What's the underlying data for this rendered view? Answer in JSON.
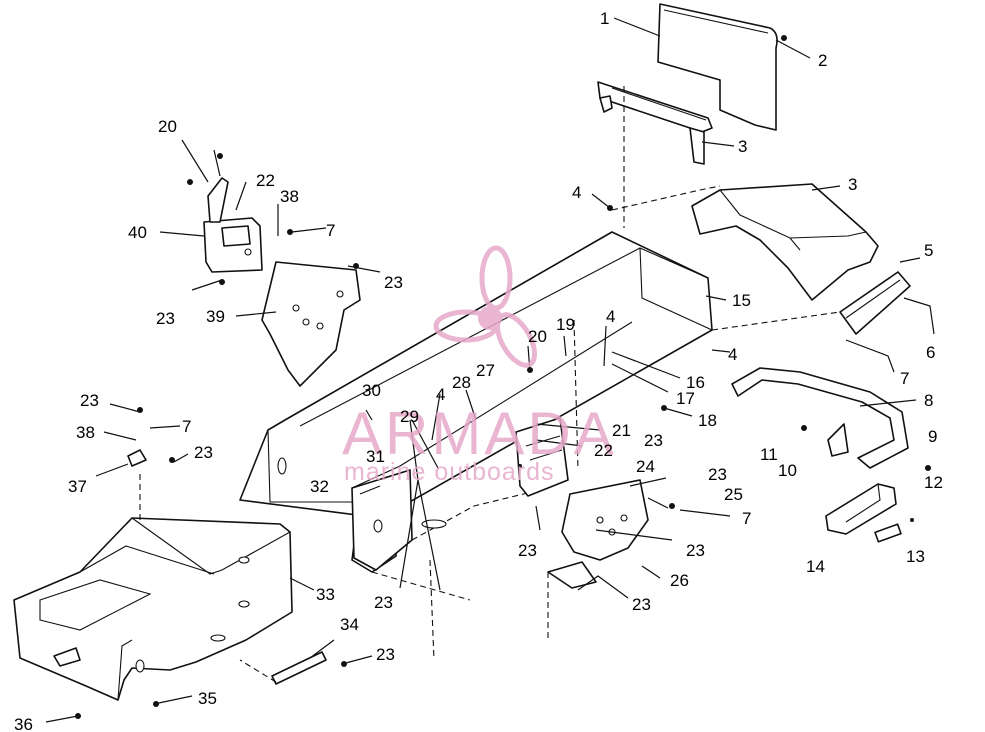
{
  "watermark": {
    "brand": "ARMADA",
    "tagline": "marine outboards",
    "color": "#e6a9c9"
  },
  "callouts": [
    {
      "id": "c1",
      "label": "1"
    },
    {
      "id": "c2",
      "label": "2"
    },
    {
      "id": "c3a",
      "label": "3"
    },
    {
      "id": "c3b",
      "label": "3"
    },
    {
      "id": "c4a",
      "label": "4"
    },
    {
      "id": "c4b",
      "label": "4"
    },
    {
      "id": "c4c",
      "label": "4"
    },
    {
      "id": "c4d",
      "label": "4"
    },
    {
      "id": "c5",
      "label": "5"
    },
    {
      "id": "c6",
      "label": "6"
    },
    {
      "id": "c7a",
      "label": "7"
    },
    {
      "id": "c7b",
      "label": "7"
    },
    {
      "id": "c7c",
      "label": "7"
    },
    {
      "id": "c7d",
      "label": "7"
    },
    {
      "id": "c8",
      "label": "8"
    },
    {
      "id": "c9",
      "label": "9"
    },
    {
      "id": "c10",
      "label": "10"
    },
    {
      "id": "c11",
      "label": "11"
    },
    {
      "id": "c12",
      "label": "12"
    },
    {
      "id": "c13",
      "label": "13"
    },
    {
      "id": "c14",
      "label": "14"
    },
    {
      "id": "c15",
      "label": "15"
    },
    {
      "id": "c16",
      "label": "16"
    },
    {
      "id": "c17",
      "label": "17"
    },
    {
      "id": "c18",
      "label": "18"
    },
    {
      "id": "c19",
      "label": "19"
    },
    {
      "id": "c20a",
      "label": "20"
    },
    {
      "id": "c20b",
      "label": "20"
    },
    {
      "id": "c21",
      "label": "21"
    },
    {
      "id": "c22a",
      "label": "22"
    },
    {
      "id": "c22b",
      "label": "22"
    },
    {
      "id": "c23a",
      "label": "23"
    },
    {
      "id": "c23b",
      "label": "23"
    },
    {
      "id": "c23c",
      "label": "23"
    },
    {
      "id": "c23d",
      "label": "23"
    },
    {
      "id": "c23e",
      "label": "23"
    },
    {
      "id": "c23f",
      "label": "23"
    },
    {
      "id": "c23g",
      "label": "23"
    },
    {
      "id": "c23h",
      "label": "23"
    },
    {
      "id": "c23i",
      "label": "23"
    },
    {
      "id": "c23j",
      "label": "23"
    },
    {
      "id": "c23k",
      "label": "23"
    },
    {
      "id": "c24",
      "label": "24"
    },
    {
      "id": "c25",
      "label": "25"
    },
    {
      "id": "c26",
      "label": "26"
    },
    {
      "id": "c27",
      "label": "27"
    },
    {
      "id": "c28",
      "label": "28"
    },
    {
      "id": "c29",
      "label": "29"
    },
    {
      "id": "c30",
      "label": "30"
    },
    {
      "id": "c31",
      "label": "31"
    },
    {
      "id": "c32",
      "label": "32"
    },
    {
      "id": "c33",
      "label": "33"
    },
    {
      "id": "c34",
      "label": "34"
    },
    {
      "id": "c35",
      "label": "35"
    },
    {
      "id": "c36",
      "label": "36"
    },
    {
      "id": "c37",
      "label": "37"
    },
    {
      "id": "c38a",
      "label": "38"
    },
    {
      "id": "c38b",
      "label": "38"
    },
    {
      "id": "c39",
      "label": "39"
    },
    {
      "id": "c40",
      "label": "40"
    }
  ]
}
